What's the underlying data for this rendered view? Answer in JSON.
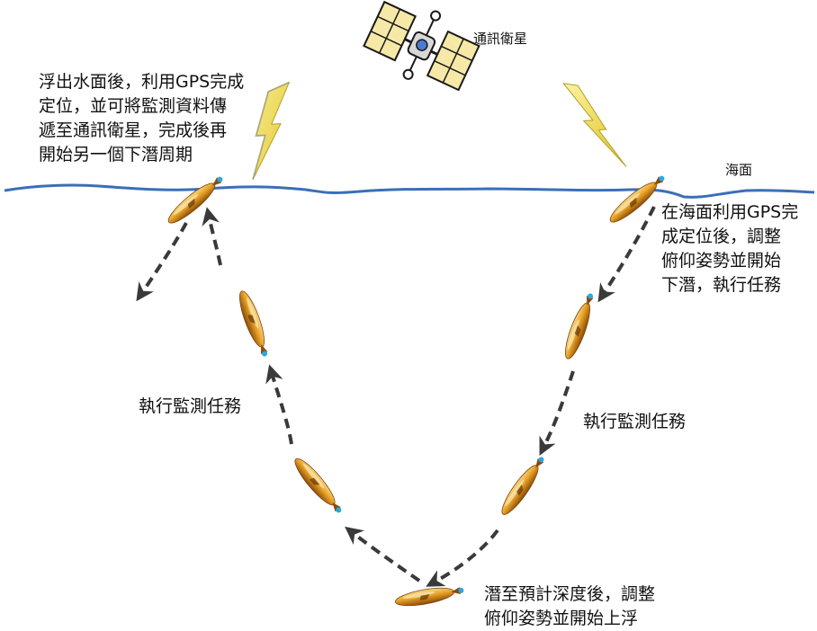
{
  "labels": {
    "satellite": "通訊衛星",
    "sea_surface": "海面",
    "surface_gps_lines": [
      "浮出水面後，利用GPS完成",
      "定位，並可將監測資料傳",
      "遞至通訊衛星，完成後再",
      "開始另一個下潛周期"
    ],
    "dive_start_lines": [
      "在海面利用GPS完",
      "成定位後，調整",
      "俯仰姿勢並開始",
      "下潛，執行任務"
    ],
    "mission_left": "執行監測任務",
    "mission_right": "執行監測任務",
    "bottom_turn_lines": [
      "潛至預計深度後，調整",
      "俯仰姿勢並開始上浮"
    ]
  },
  "icons": [
    "satellite-icon",
    "lightning-icon",
    "glider-icon",
    "dashed-arrow"
  ],
  "colors": {
    "sea_line": "#3a6fb8",
    "glider_body": "#e8a326",
    "glider_dark": "#8a4a0a",
    "glider_tip": "#2aa8e0",
    "arrow": "#3a3a3a",
    "lightning": "#f0e04a",
    "panel": "#f6e9a8"
  }
}
